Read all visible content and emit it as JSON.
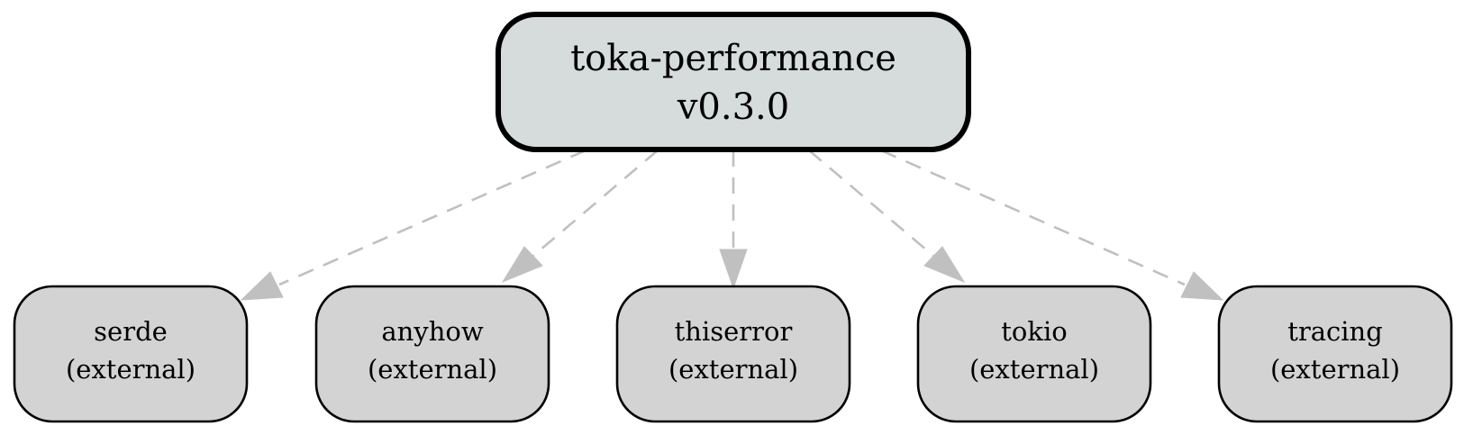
{
  "graph": {
    "root": {
      "id": "toka-performance",
      "label_line1": "toka-performance",
      "label_line2": "v0.3.0",
      "fill": "#d6dcdc",
      "border": "#000000"
    },
    "dependencies": [
      {
        "id": "serde",
        "label_line1": "serde",
        "label_line2": "(external)"
      },
      {
        "id": "anyhow",
        "label_line1": "anyhow",
        "label_line2": "(external)"
      },
      {
        "id": "thiserror",
        "label_line1": "thiserror",
        "label_line2": "(external)"
      },
      {
        "id": "tokio",
        "label_line1": "tokio",
        "label_line2": "(external)"
      },
      {
        "id": "tracing",
        "label_line1": "tracing",
        "label_line2": "(external)"
      }
    ],
    "node_fill": "#d3d3d3",
    "edge_color": "#c0c0c0",
    "edge_style": "dashed"
  }
}
